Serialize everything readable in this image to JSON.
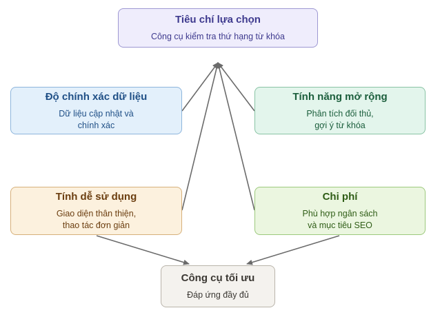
{
  "nodes": {
    "top": {
      "title": "Tiêu chí lựa chọn",
      "subtitle": "Công cụ kiểm tra thứ hạng từ khóa"
    },
    "accuracy": {
      "title": "Độ chính xác dữ liệu",
      "subtitle_lines": [
        "Dữ liệu cập nhật và",
        "chính xác"
      ]
    },
    "extension": {
      "title": "Tính năng mở rộng",
      "subtitle_lines": [
        "Phân tích đối thủ,",
        "gợi ý từ khóa"
      ]
    },
    "ease": {
      "title": "Tính dễ sử dụng",
      "subtitle_lines": [
        "Giao diện thân thiện,",
        "thao tác đơn giản"
      ]
    },
    "cost": {
      "title": "Chi phí",
      "subtitle_lines": [
        "Phù hợp ngân sách",
        "và mục tiêu SEO"
      ]
    },
    "bottom": {
      "title": "Công cụ tối ưu",
      "subtitle": "Đáp ứng đầy đủ"
    }
  },
  "colors": {
    "edge": "#6b6b6b"
  }
}
